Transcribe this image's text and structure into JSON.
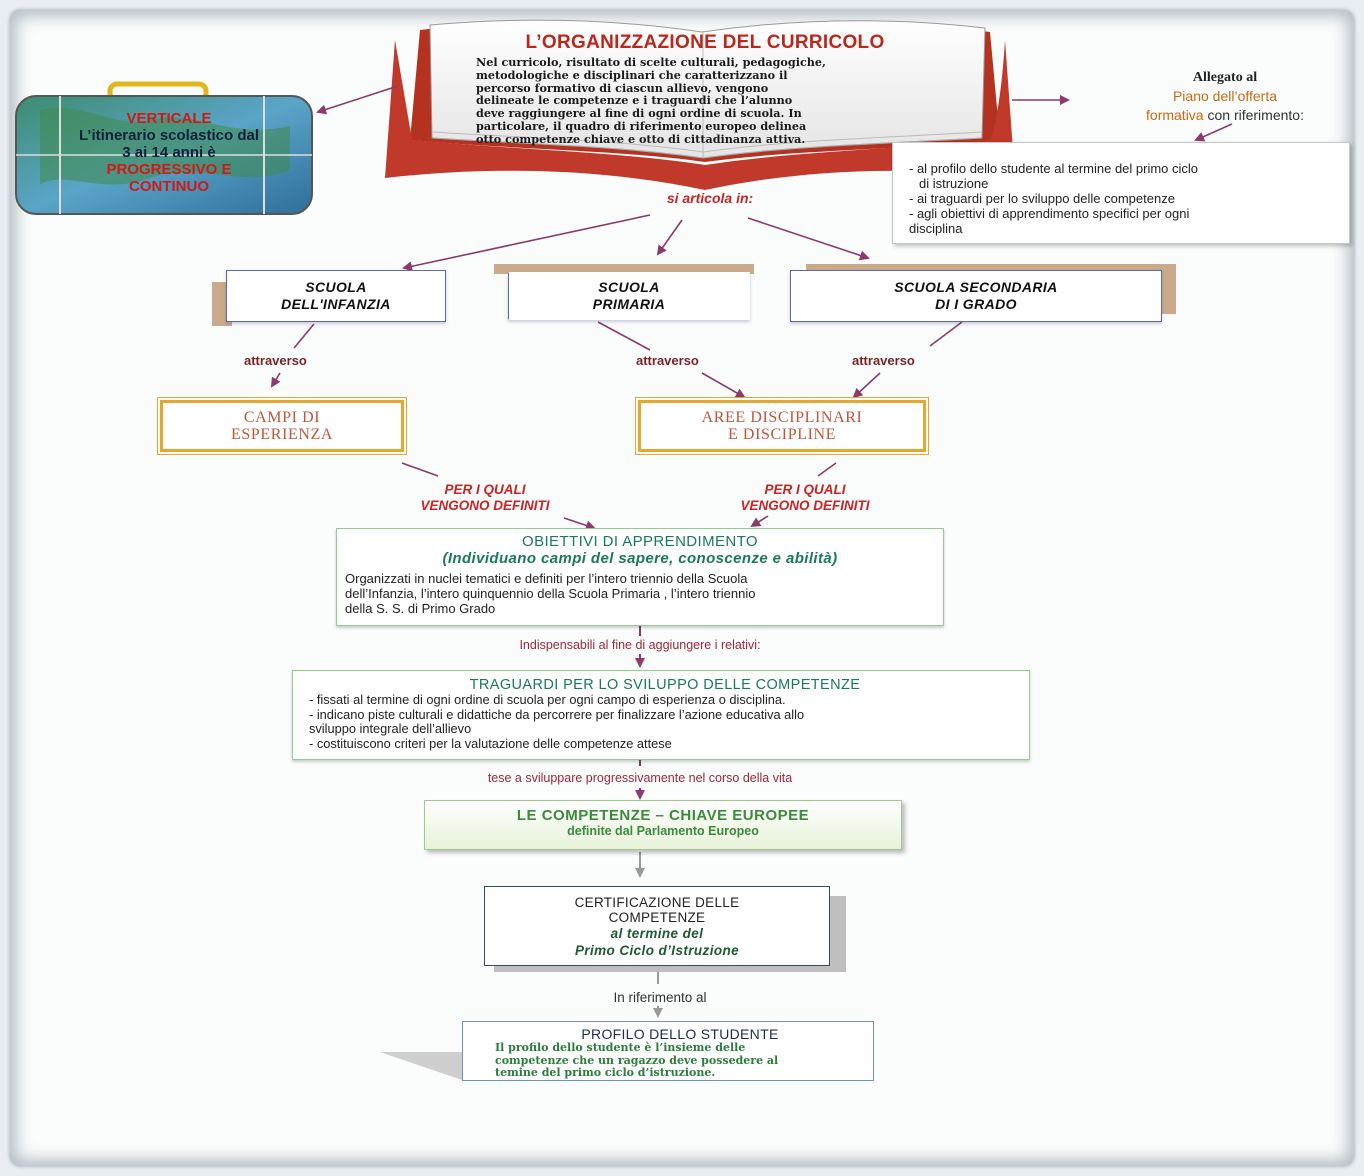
{
  "book": {
    "title": "L’ORGANIZZAZIONE DEL  CURRICOLO",
    "lines": [
      "Nel curricolo, risultato di scelte culturali, pedagogiche,",
      "metodologiche e disciplinari che caratterizzano il",
      "percorso formativo di ciascun allievo, vengono",
      "delineate le competenze e i traguardi che l’alunno",
      "deve raggiungere al fine di ogni ordine di scuola. In",
      "particolare, il quadro di riferimento europeo delinea",
      "otto competenze chiave e otto di cittadinanza attiva."
    ]
  },
  "suitcase": {
    "line1": "VERTICALE",
    "line2": "L’itinerario scolastico  dal",
    "line3": "3 ai 14 anni è",
    "line4": "PROGRESSIVO E",
    "line5": "CONTINUO"
  },
  "allegato": {
    "title": "Allegato al",
    "line2": "Piano dell’offerta",
    "line3a": "formativa",
    "line3b": " con riferimento:"
  },
  "note": {
    "item1a": "- al profilo dello studente al termine del primo ciclo",
    "item1b": "di istruzione",
    "item2": "- ai traguardi per lo sviluppo delle competenze",
    "item3": "- agli obiettivi di apprendimento specifici per ogni",
    "item3b": "disciplina"
  },
  "si_articola": "si articola in:",
  "schools": {
    "infanzia": [
      "SCUOLA",
      "DELL'INFANZIA"
    ],
    "primaria": [
      "SCUOLA",
      "PRIMARIA"
    ],
    "secondaria": [
      "SCUOLA SECONDARIA",
      "DI I GRADO"
    ]
  },
  "attraverso": "attraverso",
  "campi": [
    "CAMPI DI",
    "ESPERIENZA"
  ],
  "aree": [
    "AREE DISCIPLINARI",
    "E DISCIPLINE"
  ],
  "per_i_quali": [
    "PER I QUALI",
    "VENGONO DEFINITI"
  ],
  "obiettivi": {
    "title": "OBIETTIVI DI APPRENDIMENTO",
    "subtitle": "(Individuano campi del sapere, conoscenze e abilità)",
    "lines": [
      "Organizzati in nuclei tematici e definiti per  l’intero triennio della Scuola",
      "dell’Infanzia, l’intero quinquennio della Scuola Primaria , l’intero triennio",
      "della S. S. di Primo Grado"
    ]
  },
  "indispensabili": "Indispensabili al fine di aggiungere i relativi:",
  "traguardi": {
    "title": "TRAGUARDI PER LO SVILUPPO  DELLE COMPETENZE",
    "lines": [
      "- fissati  al termine di ogni ordine di scuola per ogni campo di esperienza o disciplina.",
      "- indicano piste culturali e didattiche da percorrere per finalizzare l’azione educativa  allo",
      "sviluppo integrale dell’allievo",
      "- costituiscono criteri per  la valutazione delle competenze attese"
    ]
  },
  "tese": "tese a sviluppare progressivamente nel corso della vita",
  "competenze": {
    "title": "LE COMPETENZE – CHIAVE EUROPEE",
    "subtitle": "definite dal Parlamento Europeo"
  },
  "certificazione": {
    "title1": "CERTIFICAZIONE DELLE",
    "title2": "COMPETENZE",
    "sub1": "al termine del",
    "sub2": "Primo Ciclo d’Istruzione"
  },
  "riferimento": "In riferimento al",
  "profilo": {
    "title": "PROFILO DELLO STUDENTE",
    "lines": [
      "Il profilo dello studente è l’insieme delle",
      "competenze che un ragazzo deve possedere al",
      "temine del primo ciclo d’istruzione."
    ]
  },
  "colors": {
    "book_red": "#c0392b",
    "title_red": "#b8281d",
    "orange_border": "#e6a72d",
    "green_text": "#1a7a56",
    "arrow_purple": "#8b3a6b"
  }
}
